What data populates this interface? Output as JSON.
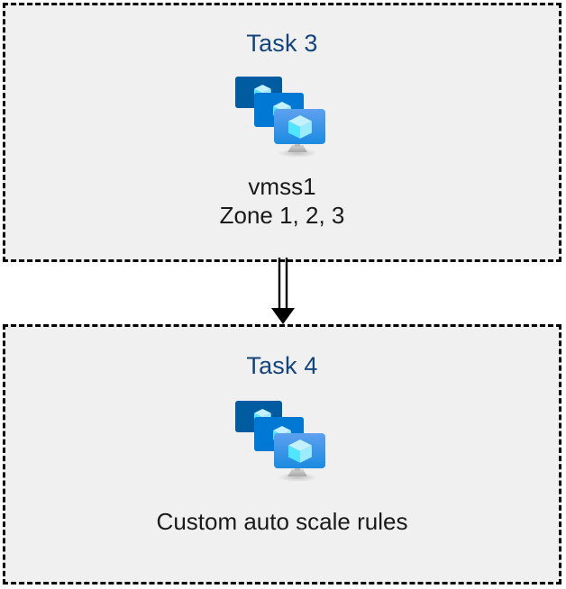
{
  "diagram": {
    "background_color": "#ffffff",
    "box_fill_color": "#f0f0f0",
    "box_border_color": "#000000",
    "title_color": "#13447e",
    "caption_color": "#1a1a1a",
    "connector_color": "#000000",
    "nodes": [
      {
        "id": "task-3",
        "title": "Task 3",
        "icon": "virtual-machine-scale-set-icon",
        "caption_lines": [
          "vmss1",
          "Zone 1, 2, 3"
        ]
      },
      {
        "id": "task-4",
        "title": "Task 4",
        "icon": "virtual-machine-scale-set-icon",
        "caption_lines": [
          "Custom auto scale rules"
        ]
      }
    ],
    "connector": {
      "from": "task-3",
      "to": "task-4",
      "style": "double-line-with-solid-arrowhead",
      "direction": "down"
    },
    "icon_colors": {
      "monitor_back": "#005BA1",
      "monitor_mid": "#0078D4",
      "monitor_front_top": "#5EA0EF",
      "monitor_front_bottom": "#1B8BE0",
      "cube_light": "#C3F1FF",
      "cube_mid": "#9CEBFF",
      "cube_dark": "#50E6FF",
      "stand": "#B3B3B3"
    }
  }
}
